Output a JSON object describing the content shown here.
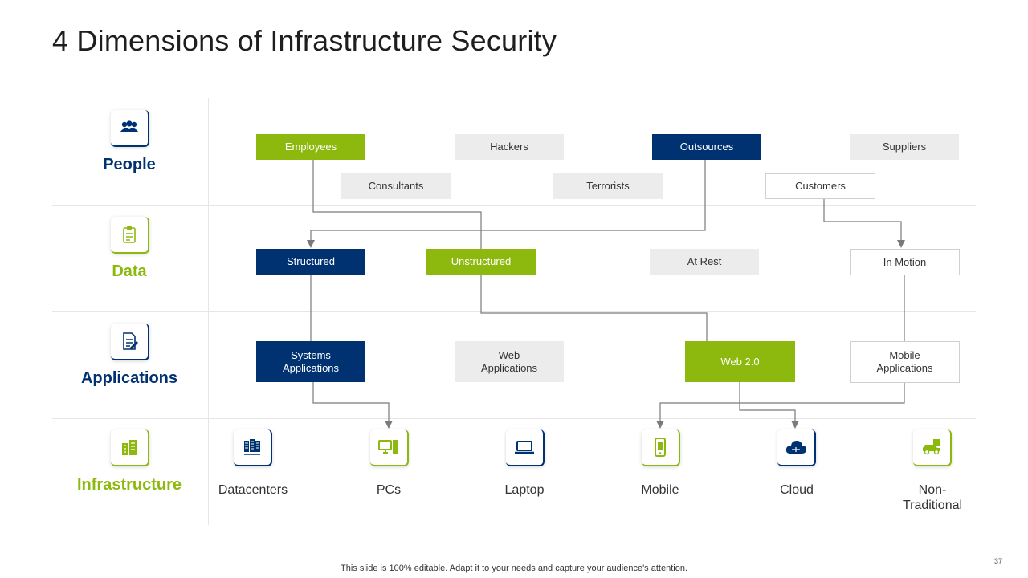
{
  "title": "4 Dimensions of Infrastructure Security",
  "colors": {
    "green": "#8db90f",
    "navy": "#003272",
    "light": "#ececec",
    "line": "#7a7a7a"
  },
  "categories": [
    {
      "label": "People",
      "icon": "people-icon",
      "color": "#003272"
    },
    {
      "label": "Data",
      "icon": "clipboard-icon",
      "color": "#8db90f"
    },
    {
      "label": "Applications",
      "icon": "document-edit-icon",
      "color": "#003272"
    },
    {
      "label": "Infrastructure",
      "icon": "buildings-icon",
      "color": "#8db90f"
    }
  ],
  "people": {
    "employees": "Employees",
    "hackers": "Hackers",
    "outsources": "Outsources",
    "suppliers": "Suppliers",
    "consultants": "Consultants",
    "terrorists": "Terrorists",
    "customers": "Customers"
  },
  "data": {
    "structured": "Structured",
    "unstructured": "Unstructured",
    "at_rest": "At Rest",
    "in_motion": "In Motion"
  },
  "applications": {
    "systems": "Systems\nApplications",
    "web": "Web\nApplications",
    "web20": "Web 2.0",
    "mobile": "Mobile\nApplications"
  },
  "infrastructure": [
    {
      "label": "Datacenters",
      "icon": "server-rack-icon"
    },
    {
      "label": "PCs",
      "icon": "desktop-pc-icon"
    },
    {
      "label": "Laptop",
      "icon": "laptop-icon"
    },
    {
      "label": "Mobile",
      "icon": "smartphone-icon"
    },
    {
      "label": "Cloud",
      "icon": "cloud-icon"
    },
    {
      "label": "Non-\nTraditional",
      "icon": "vehicle-icon"
    }
  ],
  "footer": "This slide is 100% editable. Adapt it to your needs and capture your audience's attention.",
  "page_number": "37"
}
